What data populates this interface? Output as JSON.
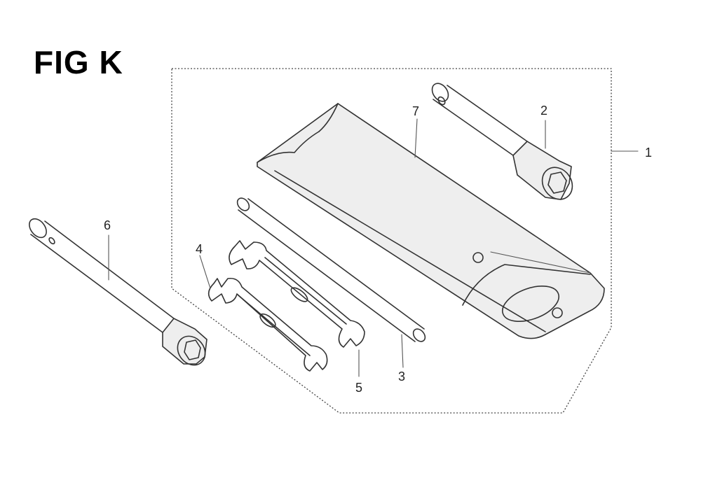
{
  "title": "FIG K",
  "callouts": [
    {
      "id": "1",
      "label": "1"
    },
    {
      "id": "2",
      "label": "2"
    },
    {
      "id": "3",
      "label": "3"
    },
    {
      "id": "4",
      "label": "4"
    },
    {
      "id": "5",
      "label": "5"
    },
    {
      "id": "6",
      "label": "6"
    },
    {
      "id": "7",
      "label": "7"
    }
  ]
}
